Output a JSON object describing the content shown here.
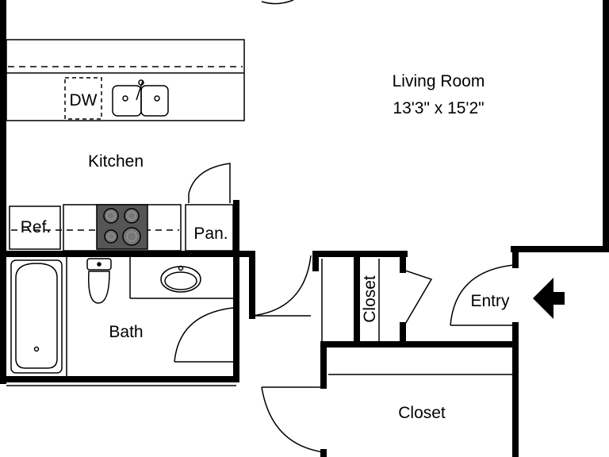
{
  "floorplan": {
    "colors": {
      "wall": "#000000",
      "fixture": "#000000",
      "background": "#ffffff",
      "cooktop": "#555555"
    },
    "rooms": {
      "living": {
        "name": "Living Room",
        "dimensions": "13'3\" x 15'2\""
      },
      "kitchen": {
        "name": "Kitchen"
      },
      "bath": {
        "name": "Bath"
      },
      "entry": {
        "name": "Entry"
      },
      "closet_small": {
        "name": "Closet"
      },
      "closet_large": {
        "name": "Closet"
      }
    },
    "fixtures": {
      "dishwasher": "DW",
      "refrigerator": "Ref.",
      "pantry": "Pan."
    },
    "icons": {
      "entry_arrow": "arrow-left-icon",
      "sink": "double-sink-icon",
      "cooktop": "cooktop-icon",
      "toilet": "toilet-icon",
      "tub": "bathtub-icon",
      "lavatory": "lavatory-sink-icon"
    }
  }
}
